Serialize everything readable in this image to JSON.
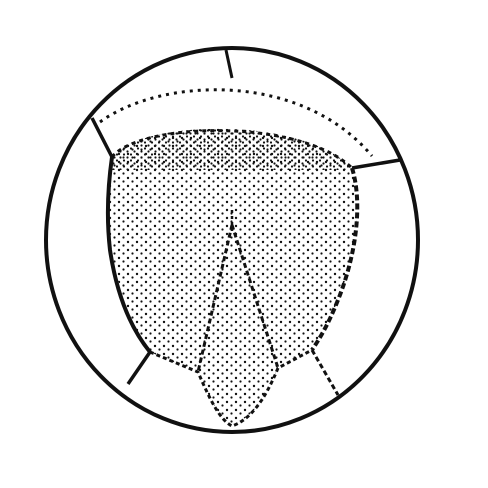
{
  "figure": {
    "kind": "line-drawing",
    "subject": "",
    "style": "black ink on white, stippled dot shading",
    "ink_color": "#111111",
    "background_color": "#ffffff",
    "shading": "stipple",
    "regions": [
      "outer-ring",
      "inner-stippled-body",
      "central-wedge"
    ]
  }
}
